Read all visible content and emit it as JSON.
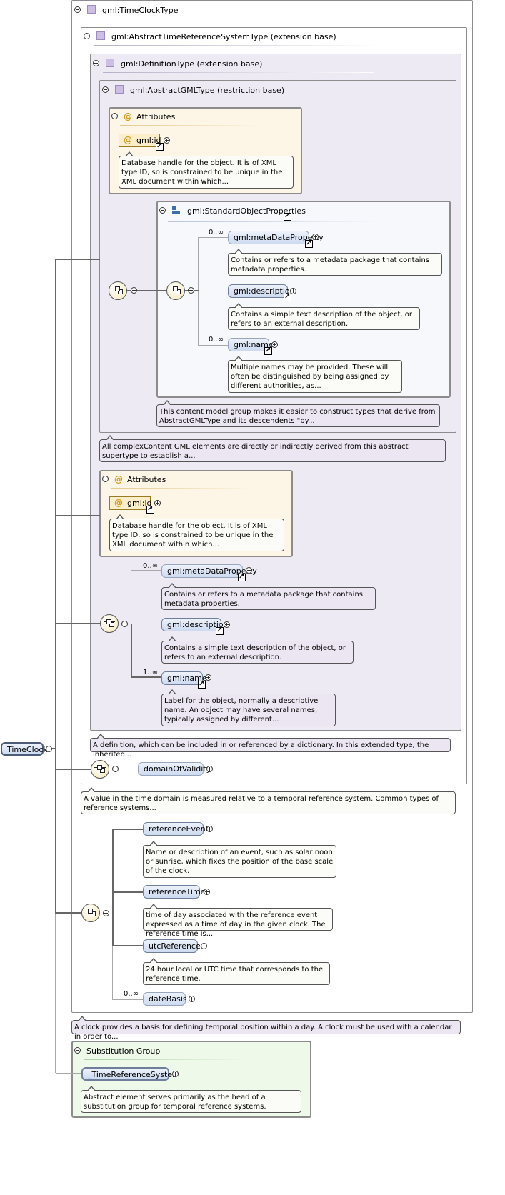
{
  "root": {
    "name": "TimeClock"
  },
  "types": {
    "time_clock_type": "gml:TimeClockType",
    "abstract_trs_type": "gml:AbstractTimeReferenceSystemType (extension base)",
    "definition_type": "gml:DefinitionType (extension base)",
    "abstract_gml_type": "gml:AbstractGMLType (restriction base)"
  },
  "gml_attrs": {
    "title": "Attributes",
    "id_label": "gml:id",
    "id_doc": "Database handle for the object. It is of XML type ID, so is constrained to be unique in the XML document within which..."
  },
  "std_props": {
    "group_name": "gml:StandardObjectProperties",
    "meta_mult": "0..∞",
    "meta_label": "gml:metaDataProperty",
    "meta_doc": "Contains or refers to a metadata package that contains metadata properties.",
    "desc_label": "gml:description",
    "desc_doc": "Contains a simple text description of the object, or refers to an external description.",
    "name_mult": "0..∞",
    "name_label": "gml:name",
    "name_doc": "Multiple names may be provided. These will often be distinguished by being assigned by different authorities, as...",
    "group_doc": "This content model group makes it easier to construct types that derive from AbstractGMLType and its descendents \"by..."
  },
  "abstract_gml_doc": "All complexContent GML elements are directly or indirectly derived from this abstract supertype to establish a...",
  "def_attrs": {
    "title": "Attributes",
    "id_label": "gml:id",
    "id_doc": "Database handle for the object. It is of XML type ID, so is constrained to be unique in the XML document within which..."
  },
  "def_seq": {
    "meta_mult": "0..∞",
    "meta_label": "gml:metaDataProperty",
    "meta_doc": "Contains or refers to a metadata package that contains metadata properties.",
    "desc_label": "gml:description",
    "desc_doc": "Contains a simple text description of the object, or refers to an external description.",
    "name_mult": "1..∞",
    "name_label": "gml:name",
    "name_doc": "Label for the object, normally a descriptive name. An object may have several names, typically assigned by different..."
  },
  "definition_doc": "A definition, which can be included in or referenced by a dictionary. In this extended type, the inherited...",
  "domain_of_validity": "domainOfValidity",
  "trs_doc": "A value in the time domain is measured relative to a temporal reference system. Common types of reference systems...",
  "clock_seq": {
    "ref_event_label": "referenceEvent",
    "ref_event_doc": "Name or description of an event, such as solar noon or sunrise, which fixes the position of the base scale of the clock.",
    "ref_time_label": "referenceTime",
    "ref_time_doc": "time of day associated with the reference event expressed as a time of day in the given clock. The reference time is...",
    "utc_label": "utcReference",
    "utc_doc": "24 hour local or UTC time that corresponds to the reference time.",
    "date_mult": "0..∞",
    "date_label": "dateBasis"
  },
  "clock_doc": "A clock provides a basis for defining temporal position within a day. A clock must be used with a calendar in order to...",
  "substitution": {
    "title": "Substitution Group",
    "element": "_TimeReferenceSystem",
    "doc": "Abstract element serves primarily as the head of a substitution group for temporal reference systems."
  }
}
